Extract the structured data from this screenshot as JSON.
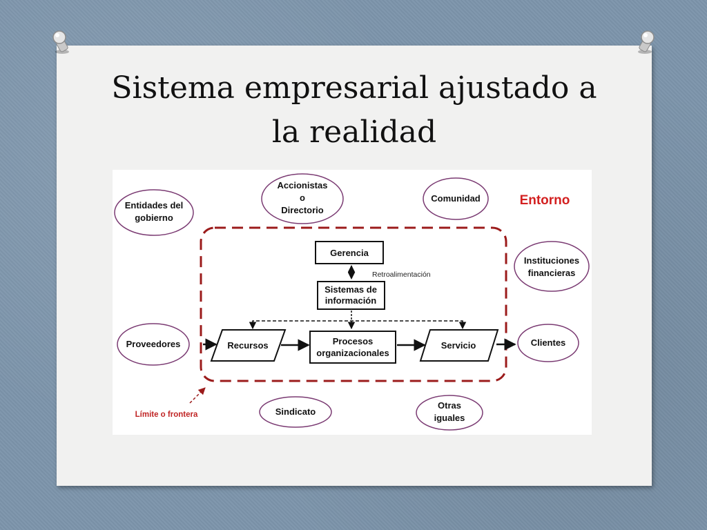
{
  "title": {
    "line1": "Sistema empresarial ajustado a",
    "line2": "la realidad"
  },
  "diagram": {
    "entorno": "Entorno",
    "external_entities": {
      "gobierno": [
        "Entidades del",
        "gobierno"
      ],
      "accionistas": [
        "Accionistas",
        "o",
        "Directorio"
      ],
      "comunidad": "Comunidad",
      "instituciones": [
        "Instituciones",
        "financieras"
      ],
      "proveedores": "Proveedores",
      "clientes": "Clientes",
      "sindicato": "Sindicato",
      "otras": [
        "Otras",
        "iguales"
      ]
    },
    "internal": {
      "gerencia": "Gerencia",
      "retroalimentacion": "Retroalimentación",
      "sistemas": [
        "Sistemas de",
        "información"
      ],
      "recursos": "Recursos",
      "procesos": [
        "Procesos",
        "organizacionales"
      ],
      "servicio": "Servicio"
    },
    "limite": "Límite o frontera"
  },
  "colors": {
    "boundary": "#9b1b1b",
    "ellipse_stroke": "#7a3a72",
    "entorno": "#d32020",
    "limite": "#c02525"
  },
  "icons": [
    "pushpin-icon"
  ]
}
